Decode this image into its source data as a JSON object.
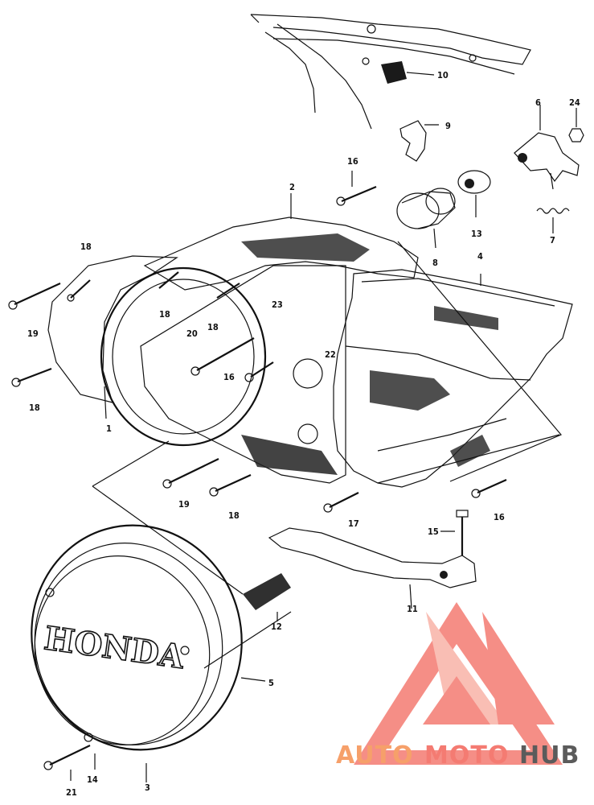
{
  "callouts": [
    {
      "id": "c1",
      "text": "1"
    },
    {
      "id": "c2",
      "text": "2"
    },
    {
      "id": "c3",
      "text": "3"
    },
    {
      "id": "c4",
      "text": "4"
    },
    {
      "id": "c5",
      "text": "5"
    },
    {
      "id": "c6",
      "text": "6"
    },
    {
      "id": "c7",
      "text": "7"
    },
    {
      "id": "c8",
      "text": "8"
    },
    {
      "id": "c9",
      "text": "9"
    },
    {
      "id": "c10",
      "text": "10"
    },
    {
      "id": "c11",
      "text": "11"
    },
    {
      "id": "c12",
      "text": "12"
    },
    {
      "id": "c13",
      "text": "13"
    },
    {
      "id": "c14",
      "text": "14"
    },
    {
      "id": "c15",
      "text": "15"
    },
    {
      "id": "c16a",
      "text": "16"
    },
    {
      "id": "c16b",
      "text": "16"
    },
    {
      "id": "c16c",
      "text": "16"
    },
    {
      "id": "c17",
      "text": "17"
    },
    {
      "id": "c18a",
      "text": "18"
    },
    {
      "id": "c18b",
      "text": "18"
    },
    {
      "id": "c18c",
      "text": "18"
    },
    {
      "id": "c18d",
      "text": "18"
    },
    {
      "id": "c18e",
      "text": "18"
    },
    {
      "id": "c19a",
      "text": "19"
    },
    {
      "id": "c19b",
      "text": "19"
    },
    {
      "id": "c20",
      "text": "20"
    },
    {
      "id": "c21",
      "text": "21"
    },
    {
      "id": "c22",
      "text": "22"
    },
    {
      "id": "c23",
      "text": "23"
    },
    {
      "id": "c24",
      "text": "24"
    }
  ],
  "cover_emblem": "HONDA",
  "watermark": {
    "part1": "AUTO",
    "part2": "MOTO",
    "part3": "HUB",
    "color_main": "#f47b72",
    "color_light": "#f9b3a8",
    "color_dark": "#5b5b5b"
  }
}
